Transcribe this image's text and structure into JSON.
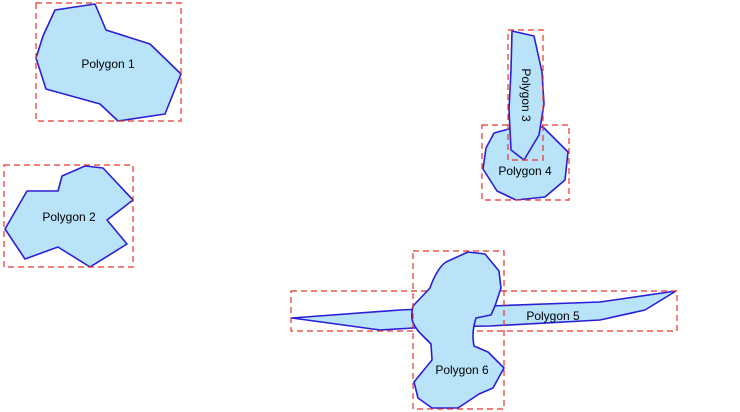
{
  "colors": {
    "polygon_fill": "#b9e3f9",
    "polygon_stroke": "#2a1fd6",
    "bbox_stroke": "#e8332f",
    "label": "#000000"
  },
  "polygons": [
    {
      "id": "polygon-1",
      "label": "Polygon 1"
    },
    {
      "id": "polygon-2",
      "label": "Polygon 2"
    },
    {
      "id": "polygon-3",
      "label": "Polygon 3"
    },
    {
      "id": "polygon-4",
      "label": "Polygon 4"
    },
    {
      "id": "polygon-5",
      "label": "Polygon 5"
    },
    {
      "id": "polygon-6",
      "label": "Polygon 6"
    }
  ]
}
